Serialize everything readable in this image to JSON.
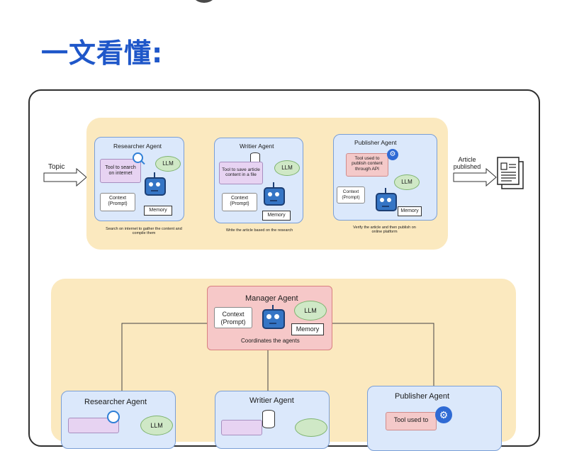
{
  "title": "一文看懂:",
  "diagram1": {
    "input_label": "Topic",
    "output_label": "Article\npublished",
    "researcher": {
      "name": "Researcher Agent",
      "tool": "Tool to search\non internet",
      "llm": "LLM",
      "context": "Context\n(Prompt)",
      "memory": "Memory",
      "caption": "Search on internet to gather the content and\ncompile them"
    },
    "writer": {
      "name": "Writier Agent",
      "tool": "Tool to save article\ncontent in a file",
      "llm": "LLM",
      "context": "Context\n(Prompt)",
      "memory": "Memory",
      "caption": "Write the article based on the research"
    },
    "publisher": {
      "name": "Publisher Agent",
      "tool": "Tool used to\npublish content\nthrough API",
      "llm": "LLM",
      "context": "Context\n(Prompt)",
      "memory": "Memory",
      "caption": "Verify the article and then publish on\nonline platform"
    }
  },
  "diagram2": {
    "manager": {
      "name": "Manager Agent",
      "context": "Context\n(Prompt)",
      "llm": "LLM",
      "memory": "Memory",
      "caption": "Coordinates the agents"
    },
    "researcher": {
      "name": "Researcher Agent",
      "llm": "LLM"
    },
    "writer": {
      "name": "Writier Agent"
    },
    "publisher": {
      "name": "Publisher Agent",
      "tool": "Tool used to"
    }
  }
}
